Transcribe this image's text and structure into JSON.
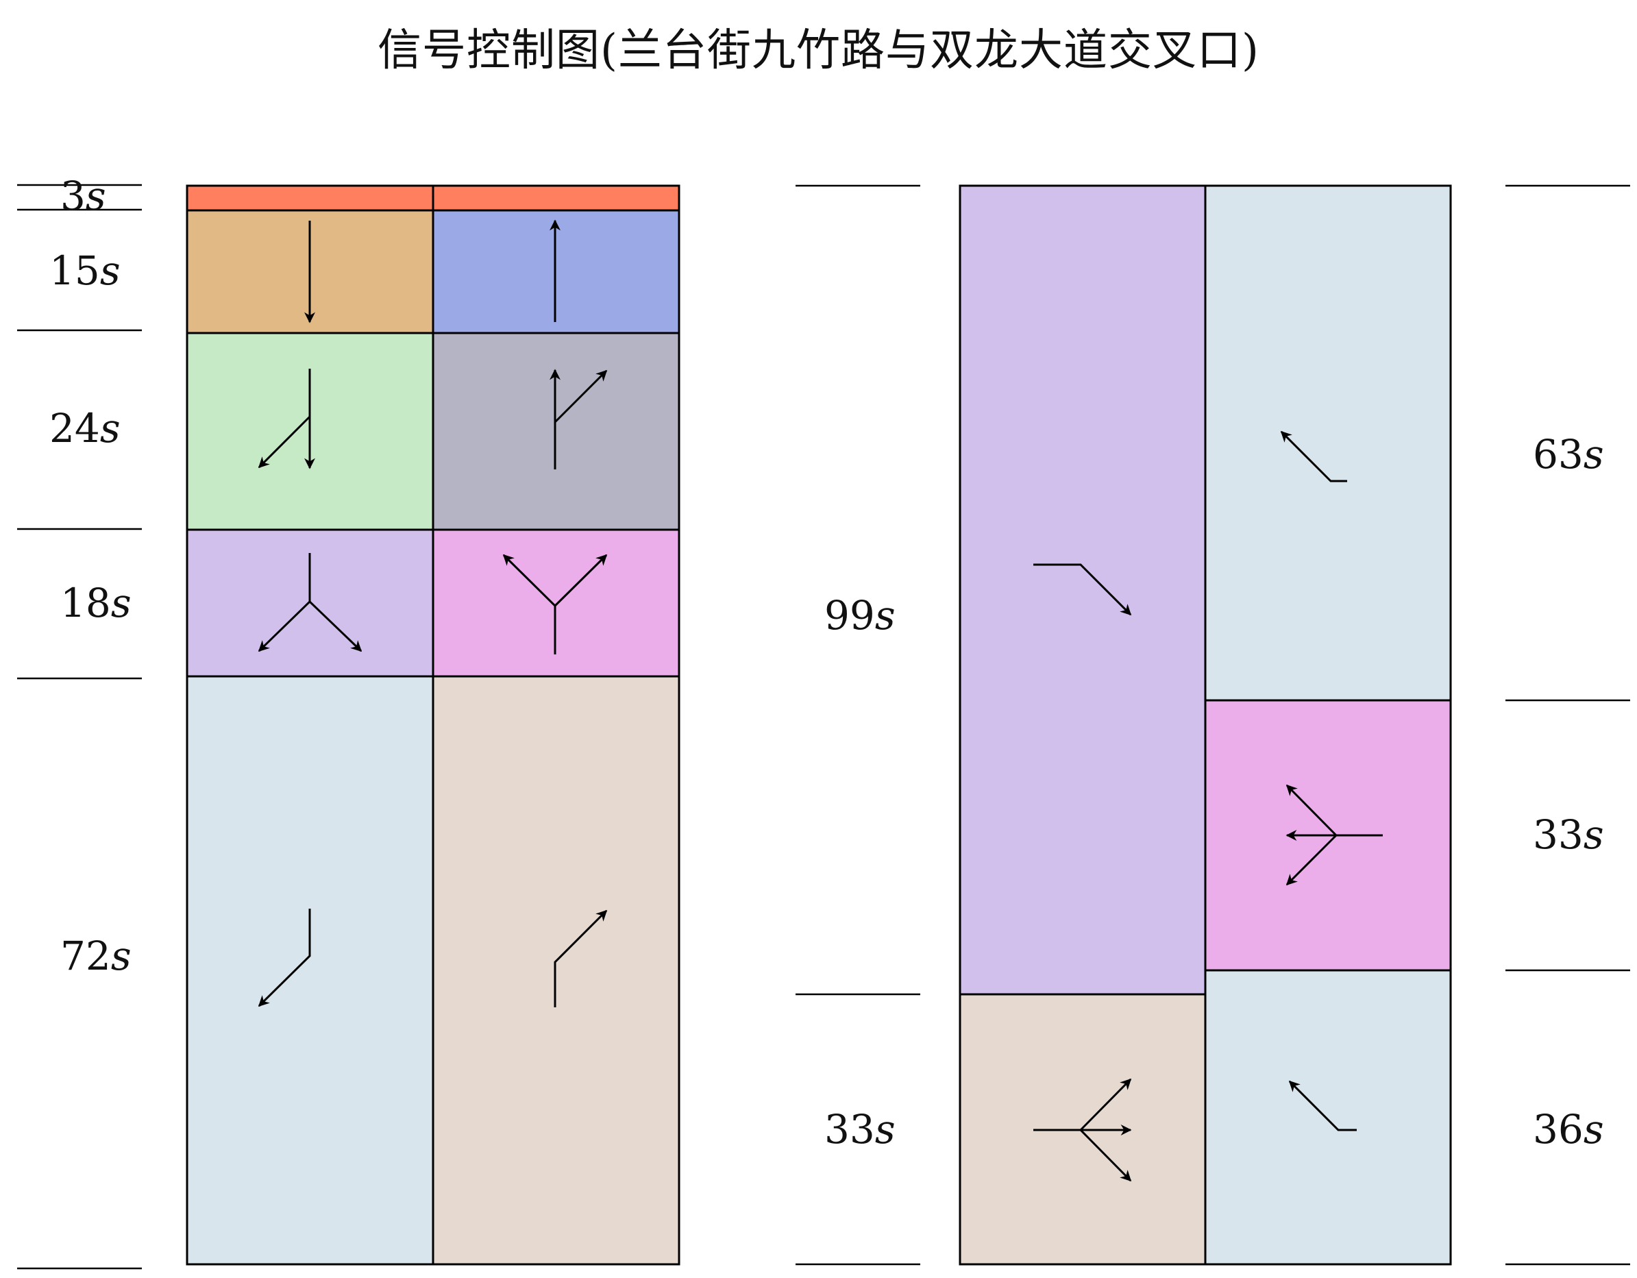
{
  "title": "信号控制图(兰台街九竹路与双龙大道交叉口)",
  "colors": {
    "all_red": "#ff7f5f",
    "tan": "#e0b984",
    "blue": "#9ba9e6",
    "green": "#c6e9c6",
    "gray": "#b4b4c4",
    "lavender": "#d2c0ec",
    "pink": "#ecaeea",
    "lightblue": "#d8e5ec",
    "beige": "#e6dad0"
  },
  "left_panel": {
    "durations": [
      {
        "value": "3",
        "unit": "s"
      },
      {
        "value": "15",
        "unit": "s"
      },
      {
        "value": "24",
        "unit": "s"
      },
      {
        "value": "18",
        "unit": "s"
      },
      {
        "value": "72",
        "unit": "s"
      }
    ],
    "phases": [
      {
        "left": {
          "color": "all_red",
          "movements": []
        },
        "right": {
          "color": "all_red",
          "movements": []
        }
      },
      {
        "left": {
          "color": "tan",
          "movements": [
            "southbound-through"
          ]
        },
        "right": {
          "color": "blue",
          "movements": [
            "northbound-through"
          ]
        }
      },
      {
        "left": {
          "color": "green",
          "movements": [
            "southbound-through",
            "southbound-right"
          ]
        },
        "right": {
          "color": "gray",
          "movements": [
            "northbound-through",
            "northbound-right"
          ]
        }
      },
      {
        "left": {
          "color": "lavender",
          "movements": [
            "southbound-left",
            "southbound-right"
          ]
        },
        "right": {
          "color": "pink",
          "movements": [
            "northbound-left",
            "northbound-right"
          ]
        }
      },
      {
        "left": {
          "color": "lightblue",
          "movements": [
            "southbound-right"
          ]
        },
        "right": {
          "color": "beige",
          "movements": [
            "northbound-right"
          ]
        }
      }
    ]
  },
  "right_panel": {
    "left_durations": [
      {
        "value": "99",
        "unit": "s"
      },
      {
        "value": "33",
        "unit": "s"
      }
    ],
    "right_durations": [
      {
        "value": "63",
        "unit": "s"
      },
      {
        "value": "33",
        "unit": "s"
      },
      {
        "value": "36",
        "unit": "s"
      }
    ],
    "left_phases": [
      {
        "color": "lavender",
        "movements": [
          "eastbound-right"
        ]
      },
      {
        "color": "beige",
        "movements": [
          "eastbound-left",
          "eastbound-through",
          "eastbound-right"
        ]
      }
    ],
    "right_phases": [
      {
        "color": "lightblue",
        "movements": [
          "westbound-right"
        ]
      },
      {
        "color": "pink",
        "movements": [
          "westbound-left",
          "westbound-through",
          "westbound-right"
        ]
      },
      {
        "color": "lightblue",
        "movements": [
          "westbound-right"
        ]
      }
    ]
  }
}
